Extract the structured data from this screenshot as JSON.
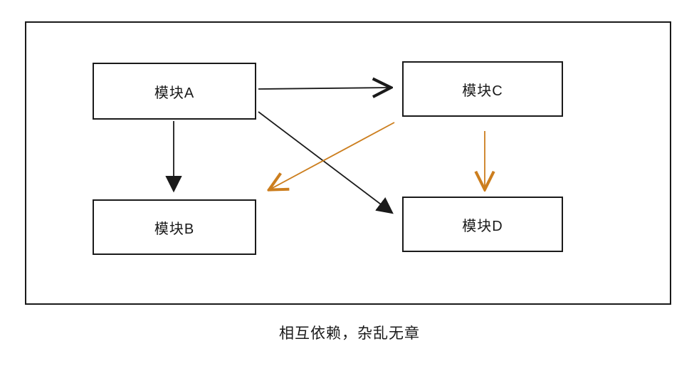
{
  "diagram": {
    "title": "",
    "caption": "相互依赖，杂乱无章",
    "nodes": {
      "a": {
        "label": "模块A"
      },
      "b": {
        "label": "模块B"
      },
      "c": {
        "label": "模块C"
      },
      "d": {
        "label": "模块D"
      }
    },
    "edges": [
      {
        "from": "模块A",
        "to": "模块C",
        "color": "#1a1a1a",
        "head": "open"
      },
      {
        "from": "模块A",
        "to": "模块B",
        "color": "#1a1a1a",
        "head": "solid"
      },
      {
        "from": "模块A",
        "to": "模块D",
        "color": "#1a1a1a",
        "head": "solid"
      },
      {
        "from": "模块C",
        "to": "模块B",
        "color": "#cc7e1e",
        "head": "open"
      },
      {
        "from": "模块C",
        "to": "模块D",
        "color": "#cc7e1e",
        "head": "open"
      }
    ],
    "colors": {
      "line_black": "#1a1a1a",
      "line_orange": "#cc7e1e",
      "box_border": "#1a1a1a",
      "background": "#ffffff"
    }
  }
}
